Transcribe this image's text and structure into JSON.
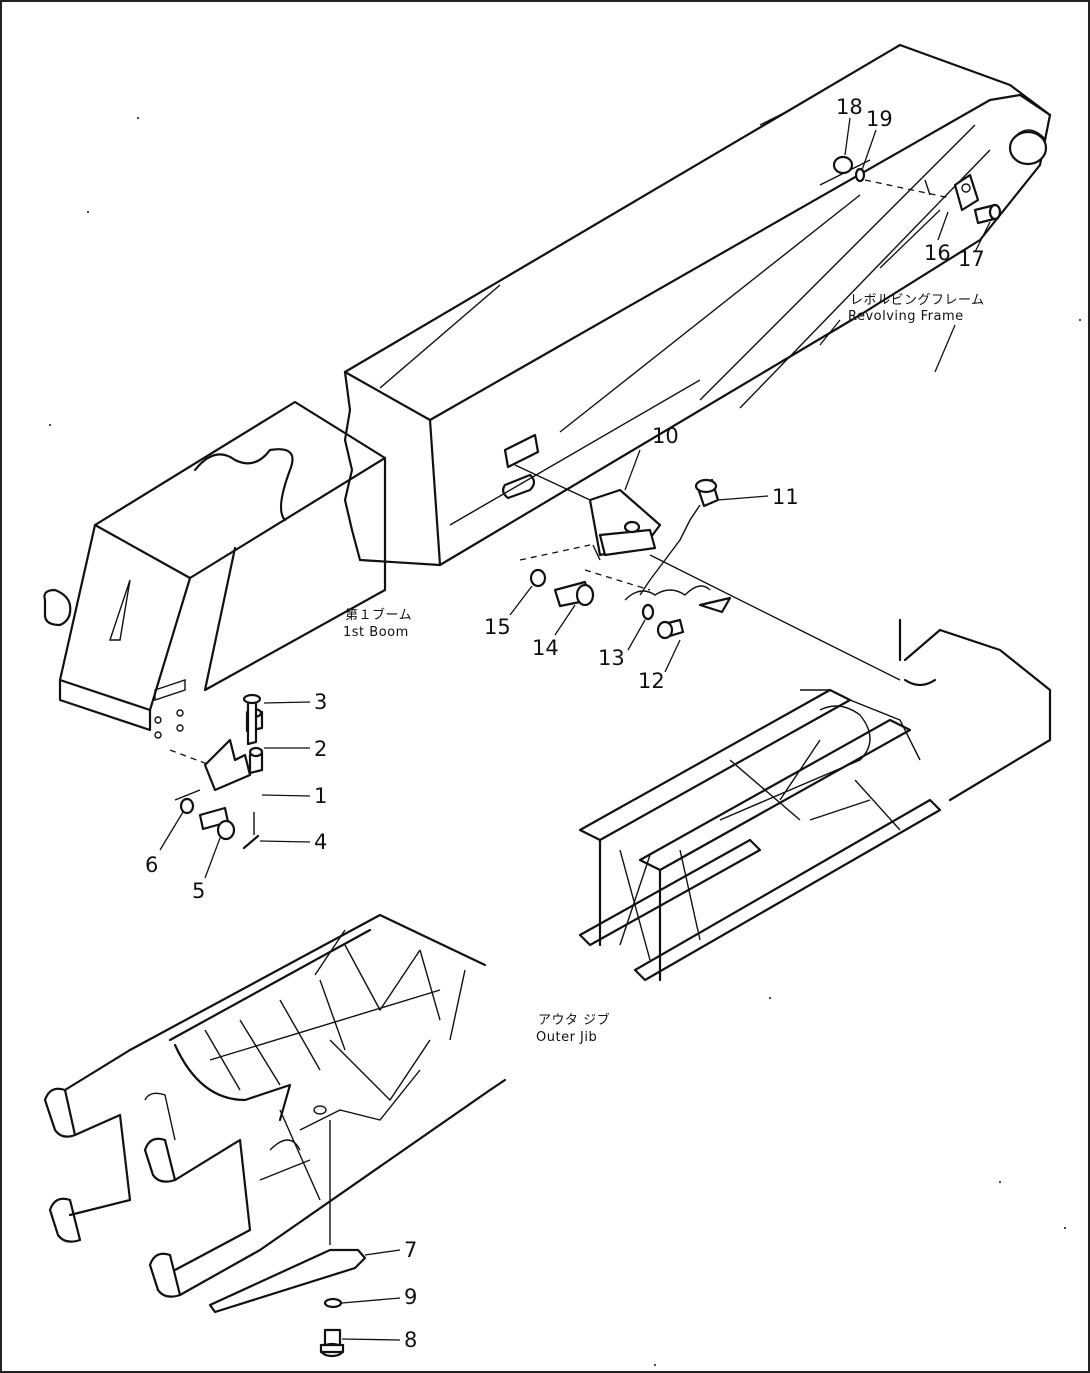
{
  "labels": {
    "revolving_frame_jp": "レボルビングフレーム",
    "revolving_frame_en": "Revolving  Frame",
    "first_boom_jp": "第１ブーム",
    "first_boom_en": "1st  Boom",
    "outer_jib_jp": "アウタ ジブ",
    "outer_jib_en": "Outer  Jib"
  },
  "callouts": {
    "p1": "1",
    "p2": "2",
    "p3": "3",
    "p4": "4",
    "p5": "5",
    "p6": "6",
    "p7": "7",
    "p8": "8",
    "p9": "9",
    "p10": "10",
    "p11": "11",
    "p12": "12",
    "p13": "13",
    "p14": "14",
    "p15": "15",
    "p16": "16",
    "p17": "17",
    "p18": "18",
    "p19": "19"
  }
}
